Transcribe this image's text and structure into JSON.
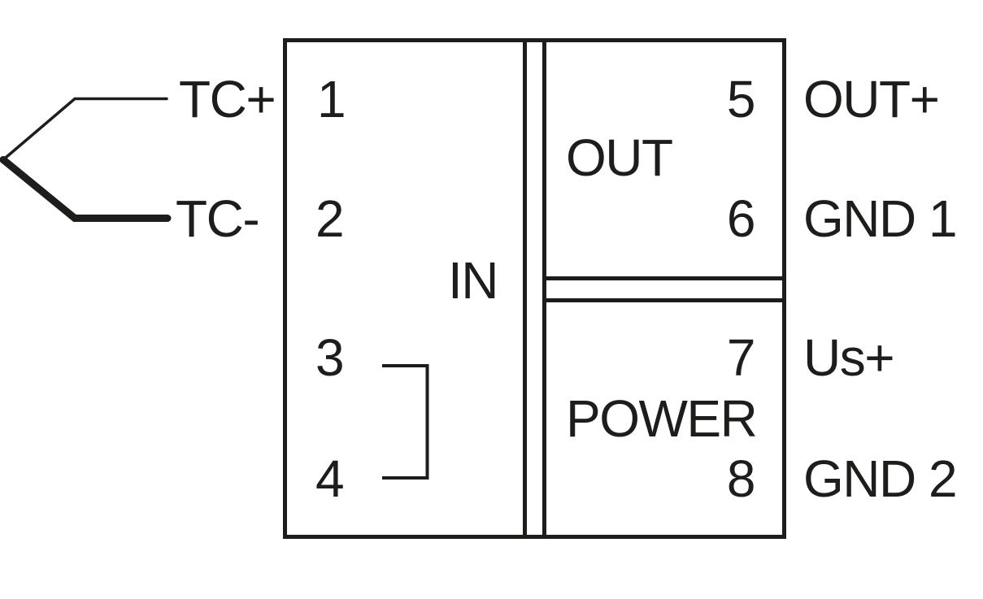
{
  "colors": {
    "ink": "#1d1d1b",
    "background": "#ffffff"
  },
  "sensor": {
    "symbol": "thermocouple-icon",
    "tc_plus_label": "TC+",
    "tc_minus_label": "TC-"
  },
  "module": {
    "input_section": {
      "label": "IN",
      "terminal_1": "1",
      "terminal_2": "2",
      "terminal_3": "3",
      "terminal_4": "4",
      "jumper": "terminals 3-4 bridged"
    },
    "output_section": {
      "label": "OUT",
      "terminal_5": "5",
      "terminal_5_signal": "OUT+",
      "terminal_6": "6",
      "terminal_6_signal": "GND 1"
    },
    "power_section": {
      "label": "POWER",
      "terminal_7": "7",
      "terminal_7_signal": "Us+",
      "terminal_8": "8",
      "terminal_8_signal": "GND 2"
    }
  }
}
